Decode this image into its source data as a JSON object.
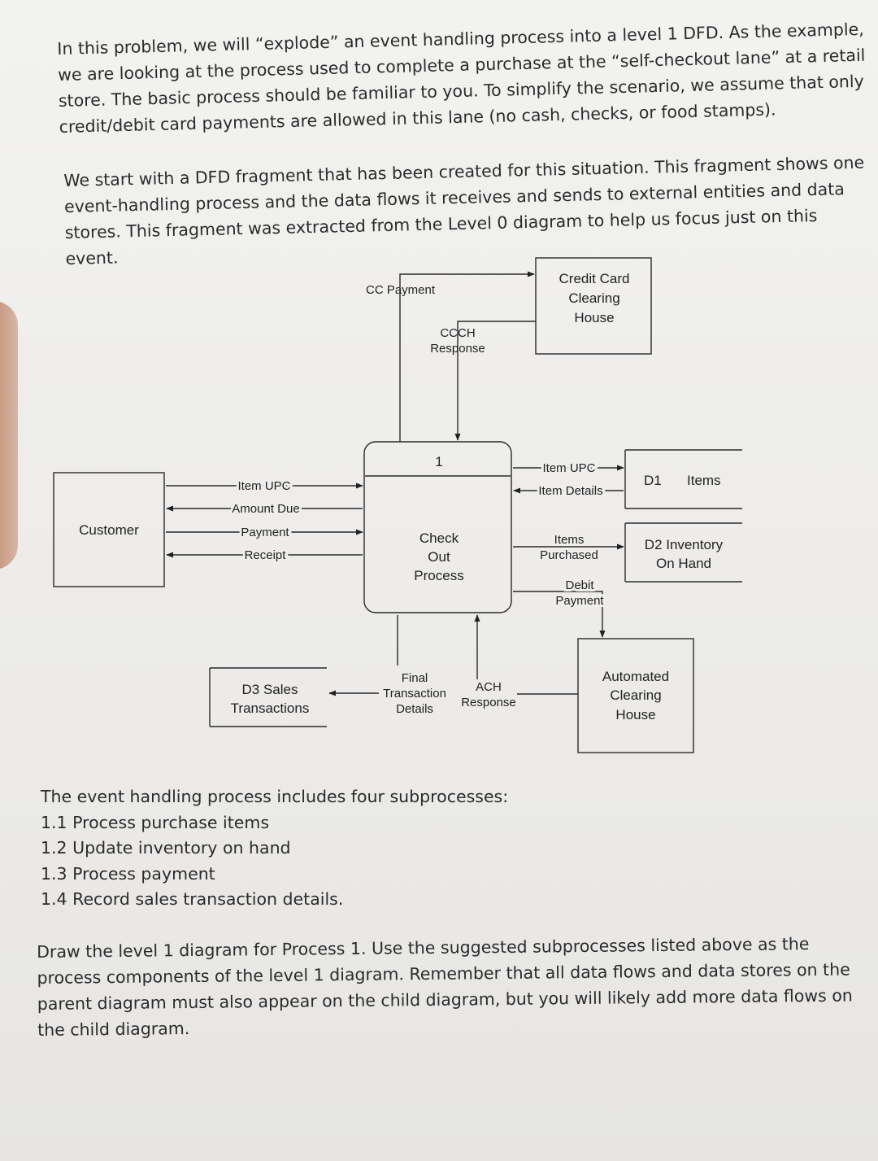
{
  "intro": {
    "paragraph1": "In this problem, we will “explode” an event handling process into a level 1 DFD. As the example, we are looking at the process used to complete a purchase at the “self-checkout lane” at a retail store. The basic process should be familiar to you. To simplify the scenario, we assume that only credit/debit card payments are allowed in this lane (no cash, checks, or food stamps).",
    "paragraph2": "We start with a DFD fragment that has been created for this situation. This fragment shows one event-handling process and the data flows it receives and sends to external entities and data stores. This fragment was extracted from the Level 0 diagram to help us focus just on this event."
  },
  "diagram": {
    "entities": {
      "customer": "Customer",
      "credit_card_house": [
        "Credit Card",
        "Clearing",
        "House"
      ],
      "automated_house": [
        "Automated",
        "Clearing",
        "House"
      ]
    },
    "process": {
      "number": "1",
      "name": [
        "Check",
        "Out",
        "Process"
      ]
    },
    "stores": {
      "d1_id": "D1",
      "d1_name": "Items",
      "d2": [
        "D2 Inventory",
        "On Hand"
      ],
      "d3": [
        "D3  Sales",
        "Transactions"
      ]
    },
    "flows": {
      "cc_payment": "CC Payment",
      "ccch_response": [
        "CCCH",
        "Response"
      ],
      "item_upc_in": "Item UPC",
      "amount_due": "Amount Due",
      "payment": "Payment",
      "receipt": "Receipt",
      "item_upc_out": "Item UPC",
      "item_details": "Item Details",
      "items_purchased": [
        "Items",
        "Purchased"
      ],
      "debit_payment": [
        "Debit",
        "Payment"
      ],
      "final_transaction": [
        "Final",
        "Transaction",
        "Details"
      ],
      "ach_response": [
        "ACH",
        "Response"
      ]
    }
  },
  "subprocesses": {
    "intro": "The event handling process includes four subprocesses:",
    "items": [
      "1.1 Process purchase items",
      "1.2 Update inventory on hand",
      "1.3 Process payment",
      "1.4 Record sales transaction details."
    ]
  },
  "outro": "Draw the level 1 diagram for Process 1.  Use the suggested subprocesses listed above as the process components of the level 1 diagram.  Remember that all data flows and data stores on the parent diagram must also appear on the child diagram, but you will likely add more data flows on the child diagram."
}
